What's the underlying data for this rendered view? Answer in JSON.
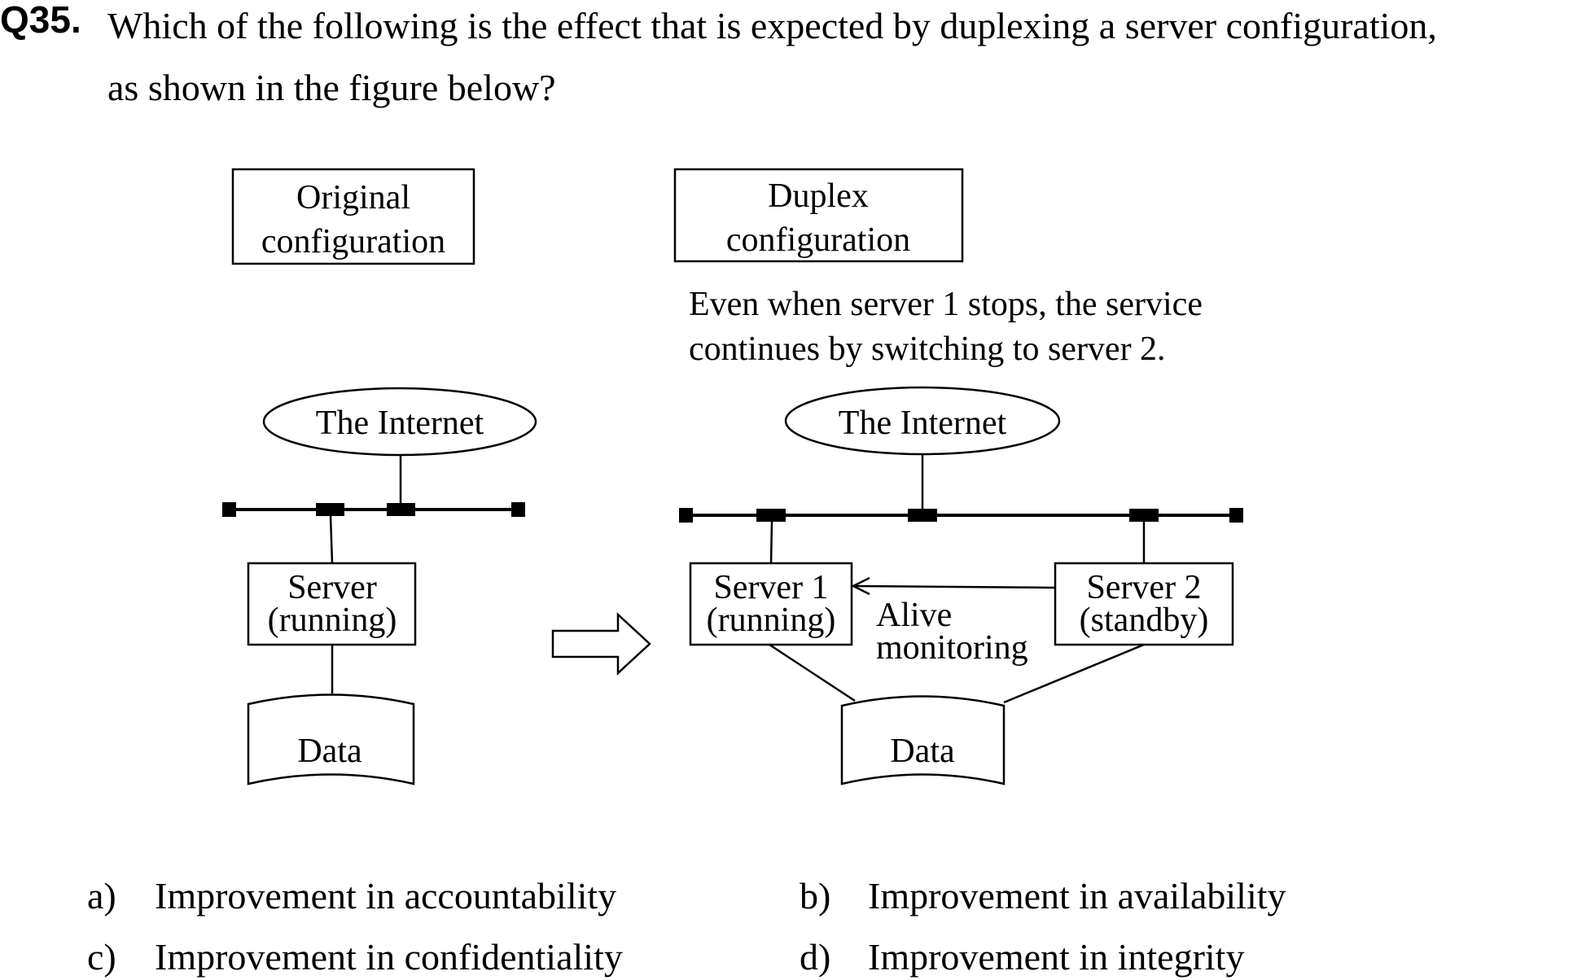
{
  "question": {
    "number": "Q35.",
    "text": "Which of the following is the effect that is expected by duplexing a server configuration,\nas shown in the figure below?"
  },
  "figure": {
    "original": {
      "title_line1": "Original",
      "title_line2": "configuration",
      "internet": "The Internet",
      "server_line1": "Server",
      "server_line2": "(running)",
      "data": "Data"
    },
    "duplex": {
      "title_line1": "Duplex",
      "title_line2": "configuration",
      "note_line1": "Even when server 1 stops, the service",
      "note_line2": "continues by switching to server 2.",
      "internet": "The Internet",
      "server1_line1": "Server 1",
      "server1_line2": "(running)",
      "server2_line1": "Server 2",
      "server2_line2": "(standby)",
      "monitor_line1": "Alive",
      "monitor_line2": "monitoring",
      "data": "Data"
    }
  },
  "choices": [
    {
      "letter": "a)",
      "text": "Improvement in accountability"
    },
    {
      "letter": "b)",
      "text": "Improvement in availability"
    },
    {
      "letter": "c)",
      "text": "Improvement in confidentiality"
    },
    {
      "letter": "d)",
      "text": "Improvement in integrity"
    }
  ]
}
